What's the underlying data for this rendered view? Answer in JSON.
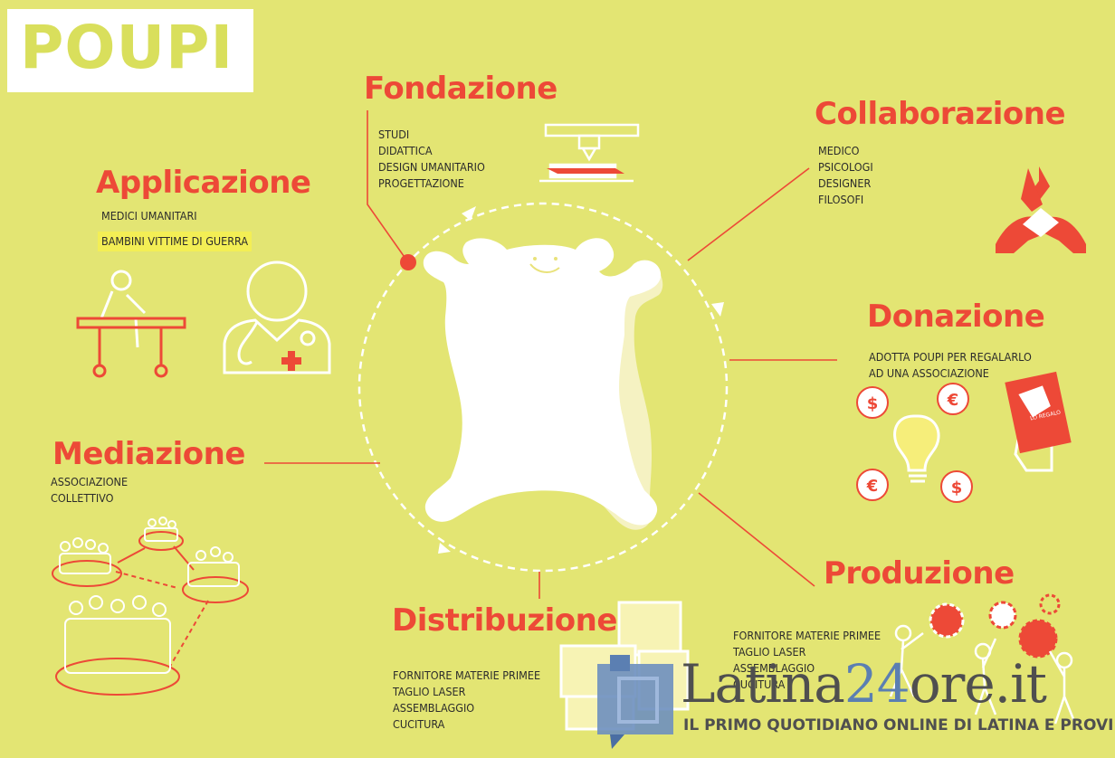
{
  "brand": {
    "title": "POUPI"
  },
  "sections": {
    "fondazione": {
      "title": "Fondazione",
      "items": [
        "STUDI",
        "DIDATTICA",
        "DESIGN UMANITARIO",
        "PROGETTAZIONE"
      ]
    },
    "collaborazione": {
      "title": "Collaborazione",
      "items": [
        "MEDICO",
        "PSICOLOGI",
        "DESIGNER",
        "FILOSOFI"
      ]
    },
    "applicazione": {
      "title": "Applicazione",
      "items": [
        "MEDICI UMANITARI",
        "BAMBINI VITTIME DI GUERRA"
      ]
    },
    "donazione": {
      "title": "Donazione",
      "items": [
        "ADOTTA POUPI PER REGALARLO",
        "AD UNA ASSOCIAZIONE"
      ],
      "card_label": "LO REGALO"
    },
    "mediazione": {
      "title": "Mediazione",
      "items": [
        "ASSOCIAZIONE",
        "COLLETTIVO"
      ]
    },
    "produzione": {
      "title": "Produzione",
      "items": [
        "FORNITORE MATERIE PRIMEE",
        "TAGLIO LASER",
        "ASSEMBLAGGIO",
        "CUCITURA"
      ]
    },
    "distribuzione": {
      "title": "Distribuzione",
      "items": [
        "FORNITORE MATERIE PRIMEE",
        "TAGLIO LASER",
        "ASSEMBLAGGIO",
        "CUCITURA"
      ]
    }
  },
  "watermark": {
    "name_part1": "Latina",
    "name_number": "24",
    "name_part2": "ore.it",
    "tagline": "IL PRIMO QUOTIDIANO ONLINE DI LATINA E PROVINCIA"
  },
  "colors": {
    "background": "#e3e573",
    "accent": "#ed4937",
    "text": "#2b2b2b",
    "white": "#ffffff"
  },
  "icons": [
    "printer-3d-icon",
    "hands-collaboration-icon",
    "patient-bed-icon",
    "doctor-icon",
    "coins-lightbulb-icon",
    "gift-phone-icon",
    "people-network-icon",
    "boxes-icon",
    "gears-team-icon",
    "teddy-bear-icon"
  ]
}
